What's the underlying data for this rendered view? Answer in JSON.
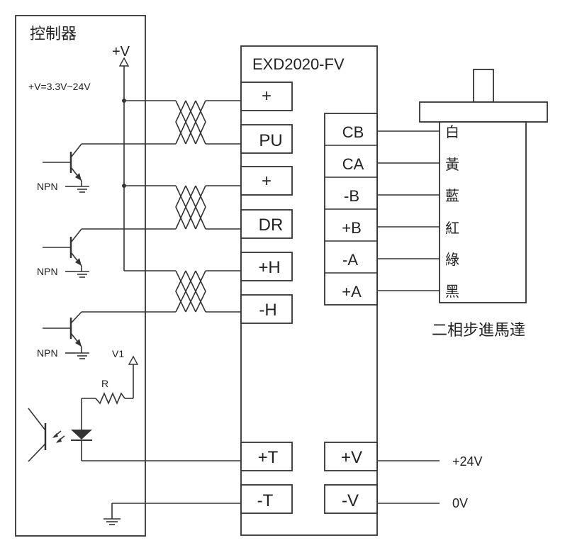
{
  "controller": {
    "title": "控制器",
    "vplus": "+V",
    "vrange": "+V=3.3V~24V",
    "npn": "NPN",
    "v1": "V1",
    "r": "R"
  },
  "driver": {
    "model": "EXD2020-FV",
    "left_terminals": [
      "+",
      "PU",
      "+",
      "DR",
      "+H",
      "-H",
      "+T",
      "-T"
    ],
    "right_terminals": [
      "CB",
      "CA",
      "-B",
      "+B",
      "-A",
      "+A"
    ],
    "power_terminals": [
      "+V",
      "-V"
    ]
  },
  "motor": {
    "title": "二相步進馬達",
    "wires": [
      "白",
      "黃",
      "藍",
      "紅",
      "綠",
      "黑"
    ]
  },
  "power": {
    "plus": "+24V",
    "zero": "0V"
  }
}
